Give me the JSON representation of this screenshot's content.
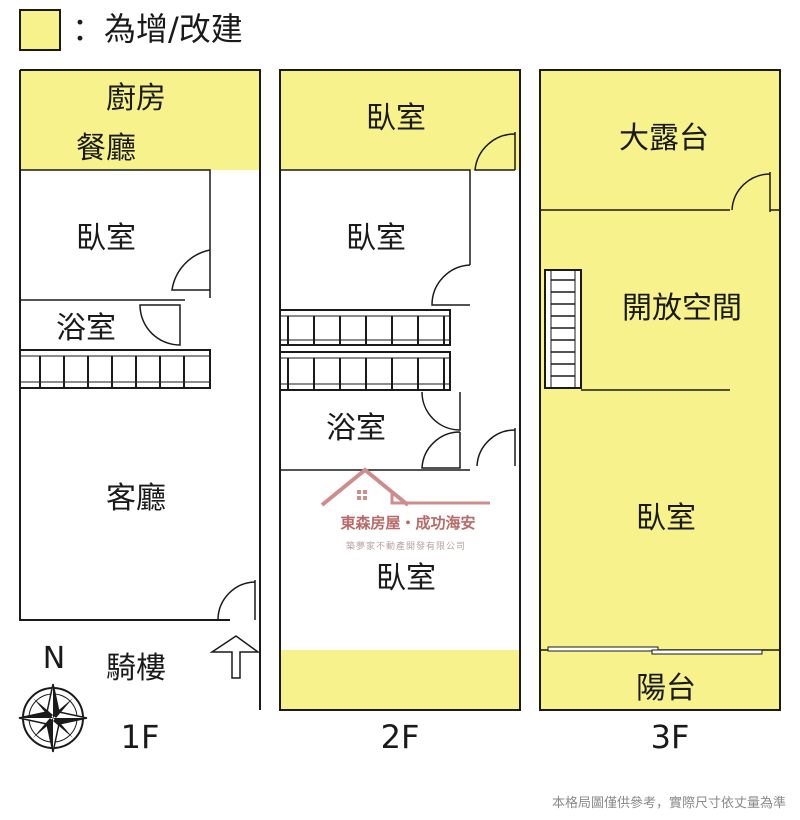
{
  "legend": {
    "text": "：為增/改建",
    "color": "#f7f28c"
  },
  "north": "N",
  "floors": {
    "f1": {
      "label": "1F",
      "rooms": {
        "kitchen": "廚房",
        "dining": "餐廳",
        "bedroom": "臥室",
        "bath": "浴室",
        "living": "客廳",
        "arcade": "騎樓"
      }
    },
    "f2": {
      "label": "2F",
      "rooms": {
        "bedroom_top": "臥室",
        "bedroom_mid": "臥室",
        "bath": "浴室",
        "bedroom_bottom": "臥室"
      }
    },
    "f3": {
      "label": "3F",
      "rooms": {
        "terrace": "大露台",
        "open_space": "開放空間",
        "bedroom": "臥室",
        "balcony": "陽台"
      }
    }
  },
  "watermark": {
    "company": "東森房屋・成功海安",
    "tagline": "築夢家不動產開發有限公司"
  },
  "disclaimer": "本格局圖僅供參考，實際尺寸依丈量為準",
  "colors": {
    "addition": "#f7f28c",
    "watermark": "#b76a6a"
  }
}
